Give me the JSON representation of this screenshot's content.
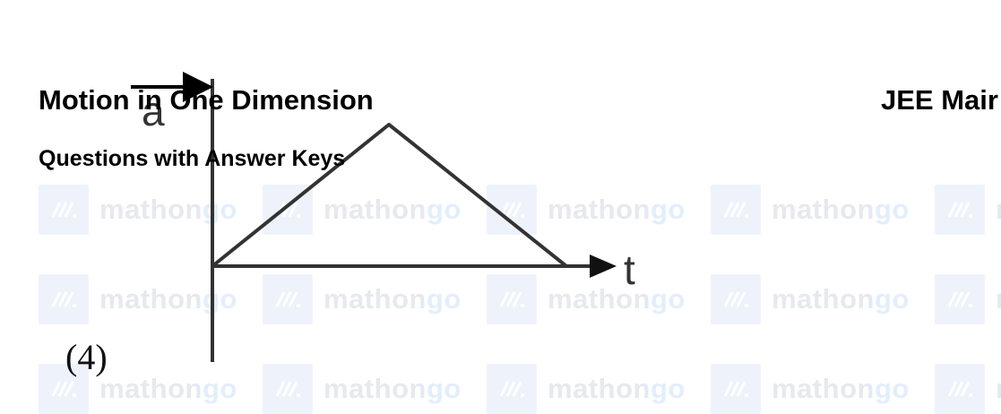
{
  "header": {
    "title": "Motion in One Dimension",
    "exam": "JEE Mair",
    "subtitle": "Questions with Answer Keys"
  },
  "watermark": {
    "text_part1": "mathon",
    "text_part2": "go",
    "icon": "mathongo-logo-icon"
  },
  "figure": {
    "y_axis_label": "a",
    "x_axis_label": "t",
    "shape": "triangle",
    "option_label": "(4)"
  },
  "colors": {
    "text": "#000000",
    "graph_line": "#333333",
    "watermark_gray": "#e6e9ee",
    "watermark_blue": "#e4eefb"
  }
}
